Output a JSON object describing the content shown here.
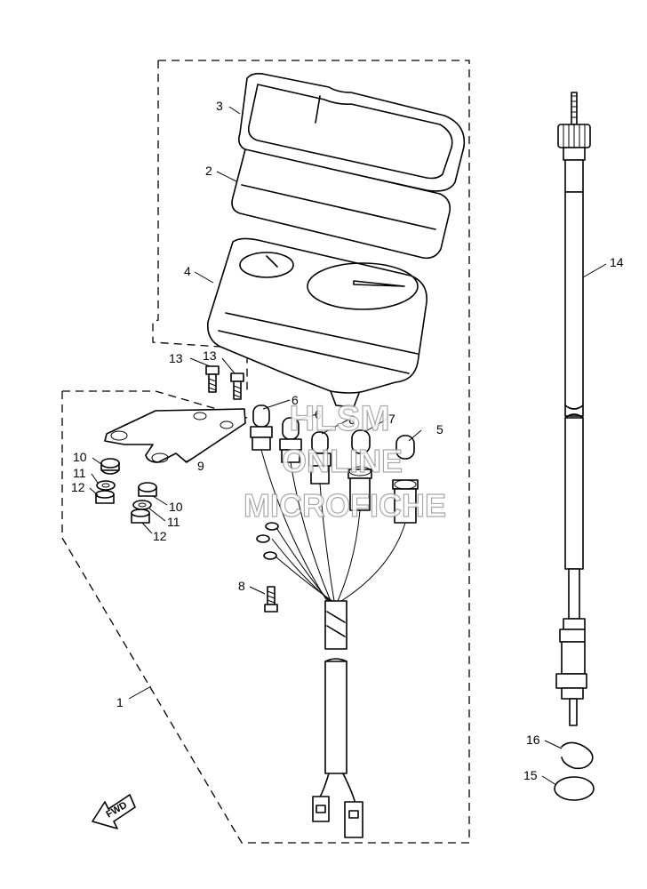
{
  "watermark": {
    "line1": "HLSM",
    "line2": "ONLINE",
    "line3": "MICROFICHE"
  },
  "fwd_label": "FWD",
  "callouts": {
    "p1": "1",
    "p2": "2",
    "p3": "3",
    "p4": "4",
    "p5": "5",
    "p6a": "6",
    "p6b": "6",
    "p7": "7",
    "p8": "8",
    "p9": "9",
    "p10a": "10",
    "p10b": "10",
    "p11a": "11",
    "p11b": "11",
    "p12a": "12",
    "p12b": "12",
    "p13a": "13",
    "p13b": "13",
    "p14": "14",
    "p15": "15",
    "p16": "16"
  }
}
